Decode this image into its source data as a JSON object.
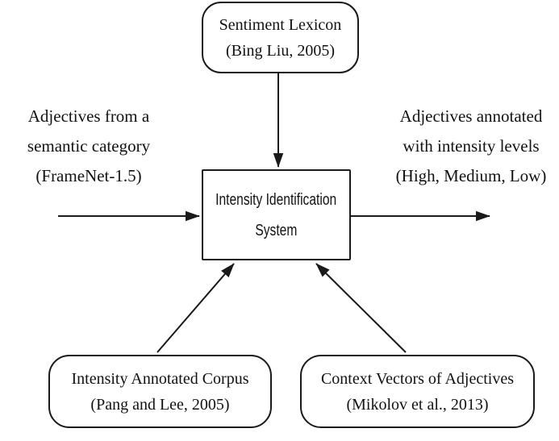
{
  "diagram": {
    "title": "Intensity Identification System diagram",
    "colors": {
      "background": "#ffffff",
      "line": "#1a1a1a",
      "text": "#121212"
    },
    "nodes": {
      "top_box": {
        "lines": [
          "Sentiment Lexicon",
          "(Bing Liu, 2005)"
        ]
      },
      "center_box": {
        "lines": [
          "Intensity Identification",
          "System"
        ]
      },
      "left_label": {
        "lines": [
          "Adjectives from a",
          "semantic category",
          "(FrameNet-1.5)"
        ]
      },
      "right_label": {
        "lines": [
          "Adjectives annotated",
          "with intensity levels",
          "(High, Medium, Low)"
        ]
      },
      "bottom_left_box": {
        "lines": [
          "Intensity Annotated Corpus",
          "(Pang and Lee, 2005)"
        ]
      },
      "bottom_right_box": {
        "lines": [
          "Context Vectors of Adjectives",
          "(Mikolov et al., 2013)"
        ]
      }
    },
    "edges": [
      {
        "from": "sentiment-lexicon",
        "to": "intensity-identification-system"
      },
      {
        "from": "adjectives-from-semantic-category",
        "to": "intensity-identification-system"
      },
      {
        "from": "intensity-identification-system",
        "to": "adjectives-annotated-with-intensity-levels"
      },
      {
        "from": "intensity-annotated-corpus",
        "to": "intensity-identification-system"
      },
      {
        "from": "context-vectors-of-adjectives",
        "to": "intensity-identification-system"
      }
    ]
  }
}
